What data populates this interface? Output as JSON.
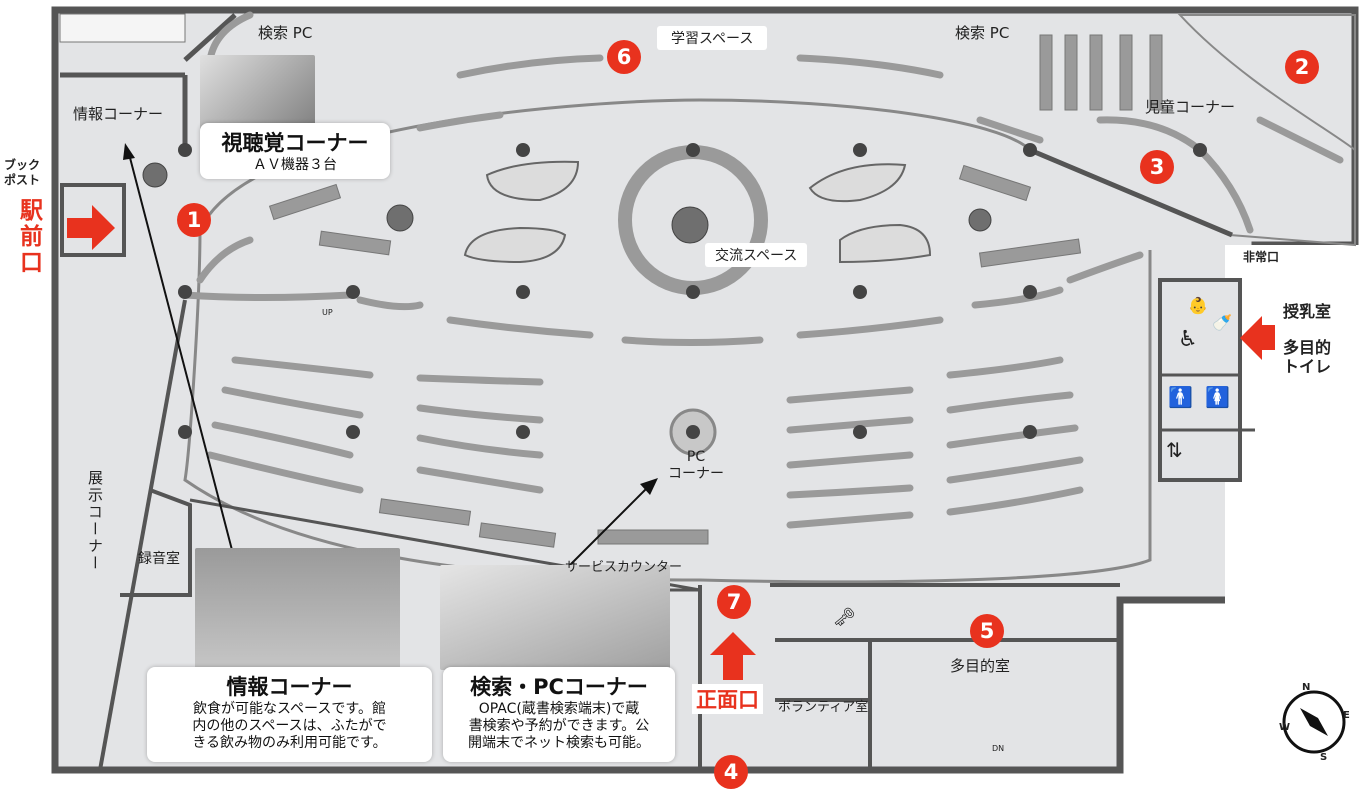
{
  "colors": {
    "accent_red": "#e8321e",
    "floor": "#e3e4e6",
    "wall": "#555555",
    "shelf": "#9a9a9a",
    "pillar": "#444444"
  },
  "labels": {
    "search_pc_left": "検索 PC",
    "search_pc_right": "検索 PC",
    "study_space": "学習スペース",
    "children_corner": "児童コーナー",
    "info_corner_top": "情報コーナー",
    "book_post": "ブック\nポスト",
    "station_exit": "駅\n前\n口",
    "exchange_space": "交流スペース",
    "emergency_exit": "非常口",
    "nursing_room": "授乳室",
    "multipurpose_toilet": "多目的\nトイレ",
    "pc_corner": "PC\nコーナー",
    "service_counter": "サービスカウンター",
    "recording_room": "録音室",
    "exhibition_corner": "展示コーナー",
    "multipurpose_room": "多目的室",
    "volunteer_room": "ボランティア室",
    "main_entrance": "正面口",
    "up": "UP",
    "dn": "DN"
  },
  "cards": {
    "av": {
      "title": "視聴覚コーナー",
      "desc": "ＡＶ機器３台"
    },
    "info": {
      "title": "情報コーナー",
      "desc": "飲食が可能なスペースです。館\n内の他のスペースは、ふたがで\nきる飲み物のみ利用可能です。"
    },
    "search": {
      "title": "検索・PCコーナー",
      "desc": "OPAC(蔵書検索端末)で蔵\n書検索や予約ができます。公\n開端末でネット検索も可能。"
    }
  },
  "markers": {
    "m1": "1",
    "m2": "2",
    "m3": "3",
    "m4": "4",
    "m5": "5",
    "m6": "6",
    "m7": "7"
  },
  "compass": {
    "n": "N",
    "e": "E",
    "s": "S",
    "w": "W"
  },
  "icons": [
    "elevator-icon",
    "wheelchair-icon",
    "baby-icon",
    "male-toilet-icon",
    "female-toilet-icon",
    "locker-icon",
    "baby-bottle-icon",
    "tree-icon",
    "arrow-icon",
    "compass-icon"
  ]
}
